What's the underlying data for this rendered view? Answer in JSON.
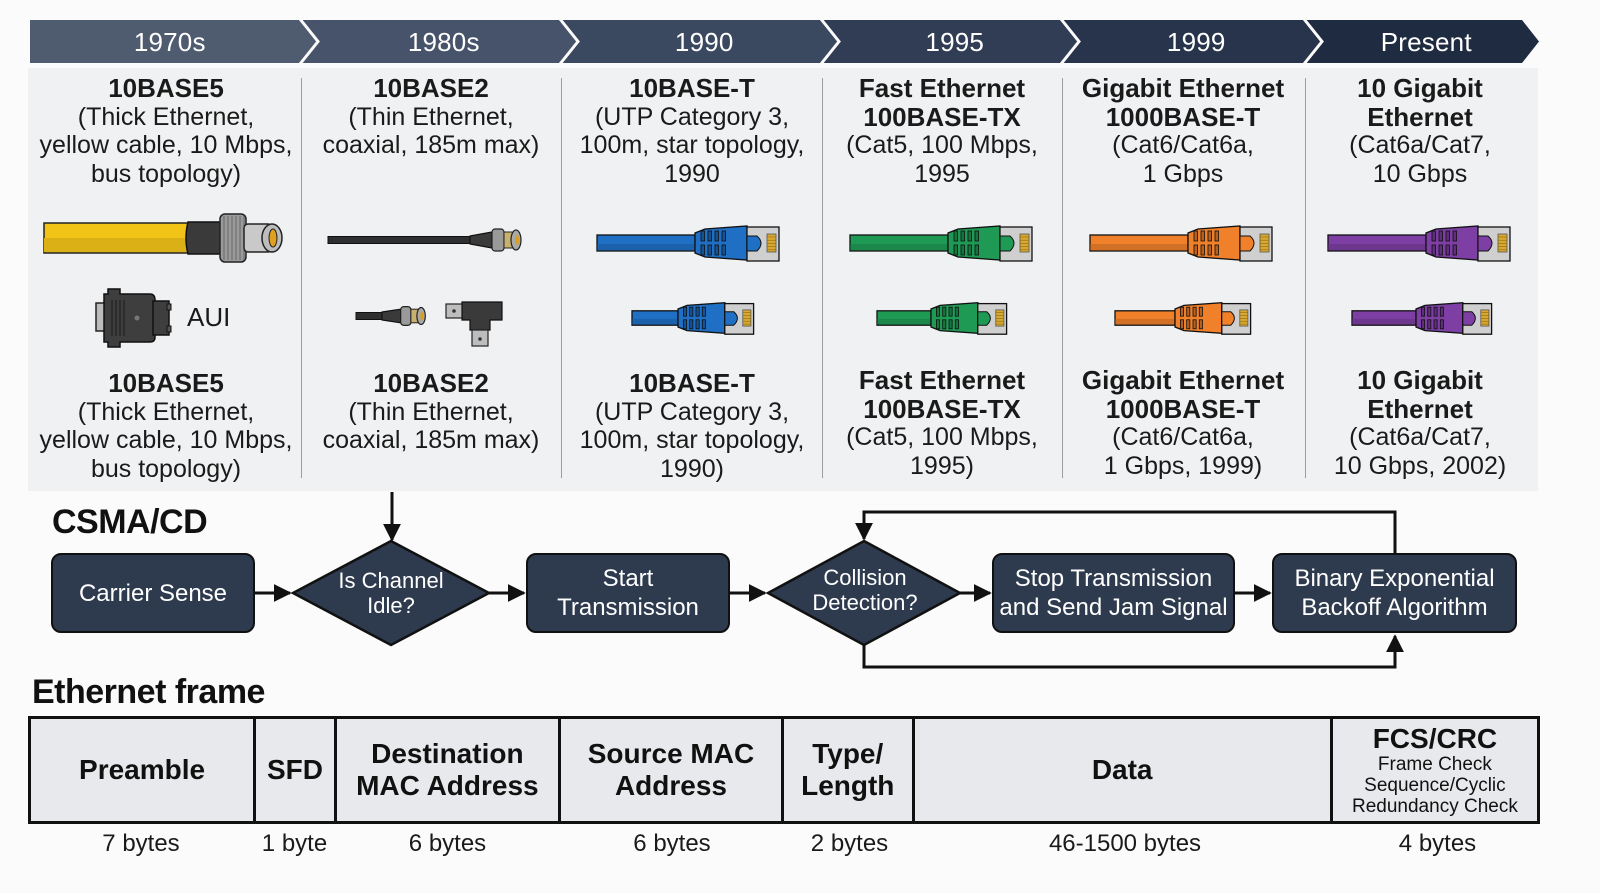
{
  "timeline": {
    "eras": [
      {
        "label": "1970s",
        "color": "#4f5c70"
      },
      {
        "label": "1980s",
        "color": "#46536a"
      },
      {
        "label": "1990",
        "color": "#3a4860"
      },
      {
        "label": "1995",
        "color": "#303d55"
      },
      {
        "label": "1999",
        "color": "#27344b"
      },
      {
        "label": "Present",
        "color": "#1f2b40"
      }
    ],
    "columns": [
      {
        "top_title": [
          "10BASE5"
        ],
        "top_lines": [
          "(Thick Ethernet,",
          "yellow cable, 10 Mbps,",
          "bus topology)"
        ],
        "bottom_title": [
          "10BASE5"
        ],
        "bottom_lines": [
          "(Thick Ethernet,",
          "yellow cable, 10 Mbps,",
          "bus topology)"
        ],
        "cable_color": "#f2c418",
        "cable_type": "thick-coax",
        "connector_label": "AUI"
      },
      {
        "top_title": [
          "10BASE2"
        ],
        "top_lines": [
          "(Thin Ethernet,",
          "coaxial, 185m max)"
        ],
        "bottom_title": [
          "10BASE2"
        ],
        "bottom_lines": [
          "(Thin Ethernet,",
          "coaxial, 185m max)"
        ],
        "cable_color": "#2f2f2f",
        "cable_type": "thin-coax-bnc"
      },
      {
        "top_title": [
          "10BASE-T"
        ],
        "top_lines": [
          "(UTP Category 3,",
          "100m, star topology,",
          "1990"
        ],
        "bottom_title": [
          "10BASE-T"
        ],
        "bottom_lines": [
          "(UTP Category 3,",
          "100m, star topology,",
          "1990)"
        ],
        "cable_color": "#1f6fc4",
        "cable_type": "rj45"
      },
      {
        "top_title": [
          "Fast Ethernet",
          "100BASE-TX"
        ],
        "top_lines": [
          "(Cat5, 100 Mbps,",
          "1995"
        ],
        "bottom_title": [
          "Fast Ethernet",
          "100BASE-TX"
        ],
        "bottom_lines": [
          "(Cat5, 100 Mbps,",
          "1995)"
        ],
        "cable_color": "#1f9a55",
        "cable_type": "rj45"
      },
      {
        "top_title": [
          "Gigabit Ethernet",
          "1000BASE-T"
        ],
        "top_lines": [
          "(Cat6/Cat6a,",
          "1 Gbps"
        ],
        "bottom_title": [
          "Gigabit Ethernet",
          "1000BASE-T"
        ],
        "bottom_lines": [
          "(Cat6/Cat6a,",
          "1 Gbps, 1999)"
        ],
        "cable_color": "#f0802a",
        "cable_type": "rj45"
      },
      {
        "top_title": [
          "10 Gigabit",
          "Ethernet"
        ],
        "top_lines": [
          "(Cat6a/Cat7,",
          "10 Gbps"
        ],
        "bottom_title": [
          "10 Gigabit",
          "Ethernet"
        ],
        "bottom_lines": [
          "(Cat6a/Cat7,",
          "10 Gbps, 2002)"
        ],
        "cable_color": "#7d3fa3",
        "cable_type": "rj45"
      }
    ]
  },
  "csma": {
    "title": "CSMA/CD",
    "carrier_sense": "Carrier Sense",
    "channel_idle": [
      "Is Channel",
      "Idle?"
    ],
    "start_tx": [
      "Start",
      "Transmission"
    ],
    "collision": [
      "Collision",
      "Detection?"
    ],
    "stop_tx": [
      "Stop Transmission",
      "and Send Jam Signal"
    ],
    "backoff": [
      "Binary Exponential",
      "Backoff Algorithm"
    ],
    "box_color": "#2e3a4e"
  },
  "frame": {
    "title": "Ethernet frame",
    "fields": [
      {
        "name": [
          "Preamble"
        ],
        "size": "7 bytes"
      },
      {
        "name": [
          "SFD"
        ],
        "size": "1 byte"
      },
      {
        "name": [
          "Destination",
          "MAC Address"
        ],
        "size": "6 bytes"
      },
      {
        "name": [
          "Source MAC",
          "Address"
        ],
        "size": "6 bytes"
      },
      {
        "name": [
          "Type/",
          "Length"
        ],
        "size": "2 bytes"
      },
      {
        "name": [
          "Data"
        ],
        "size": "46-1500 bytes"
      },
      {
        "name": [
          "FCS/CRC"
        ],
        "sub": [
          "Frame Check",
          "Sequence/Cyclic",
          "Redundancy Check"
        ],
        "size": "4 bytes"
      }
    ]
  }
}
